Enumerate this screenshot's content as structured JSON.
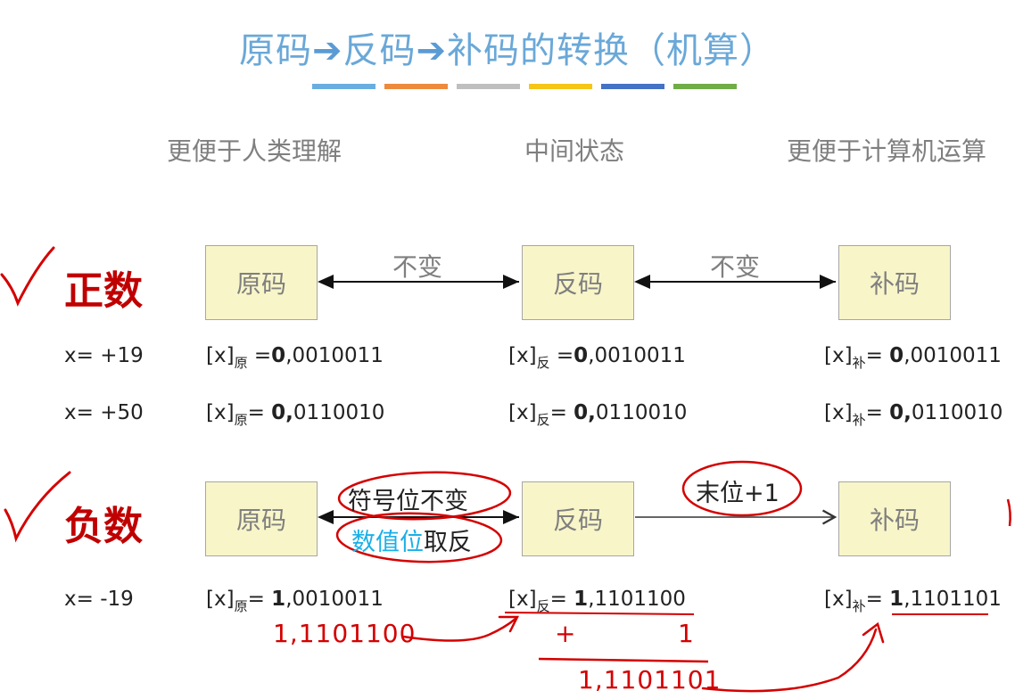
{
  "title": {
    "part1": "原码",
    "arrow1": "➔",
    "part2": "反码",
    "arrow2": "➔",
    "part3": "补码的转换（机算）"
  },
  "color_bars": [
    "#6aaee0",
    "#ee8a3c",
    "#bfbfbf",
    "#f5c518",
    "#4472c4",
    "#70ad47"
  ],
  "headers": {
    "left": "更便于人类理解",
    "middle": "中间状态",
    "right": "更便于计算机运算"
  },
  "positive": {
    "section_label": "正数",
    "boxes": [
      "原码",
      "反码",
      "补码"
    ],
    "arrow_labels": [
      "不变",
      "不变"
    ],
    "rows": [
      {
        "x_label": "x= +19",
        "orig": {
          "prefix": "[x]",
          "sub": "原",
          "eq": " =",
          "sign": "0",
          "rest": ",0010011"
        },
        "inv": {
          "prefix": "[x]",
          "sub": "反",
          "eq": " =",
          "sign": "0",
          "rest": ",0010011"
        },
        "comp": {
          "prefix": "[x]",
          "sub": "补",
          "eq": "= ",
          "sign": "0",
          "rest": ",0010011"
        }
      },
      {
        "x_label": "x= +50",
        "orig": {
          "prefix": "[x]",
          "sub": "原",
          "eq": "= ",
          "sign": "0,",
          "rest": "0110010"
        },
        "inv": {
          "prefix": "[x]",
          "sub": "反",
          "eq": "= ",
          "sign": "0,",
          "rest": "0110010"
        },
        "comp": {
          "prefix": "[x]",
          "sub": "补",
          "eq": "= ",
          "sign": "0,",
          "rest": "0110010"
        }
      }
    ]
  },
  "negative": {
    "section_label": "负数",
    "boxes": [
      "原码",
      "反码",
      "补码"
    ],
    "annotations": {
      "sign_bit": "符号位不变",
      "value_bits_a": "数值位",
      "value_bits_b": "取反",
      "last_bit": "末位+1"
    },
    "row": {
      "x_label": "x= -19",
      "orig": {
        "prefix": "[x]",
        "sub": "原",
        "eq": "= ",
        "sign": "1",
        "rest": ",0010011"
      },
      "inv": {
        "prefix": "[x]",
        "sub": "反",
        "eq": "= ",
        "sign": "1",
        "rest": ",1101100"
      },
      "comp": {
        "prefix": "[x]",
        "sub": "补",
        "eq": "= ",
        "sign": "1",
        "rest": ",1101101"
      }
    },
    "handwritten": {
      "copy": "1,1101100",
      "plus": "+",
      "one": "1",
      "result": "1,1101101"
    }
  }
}
